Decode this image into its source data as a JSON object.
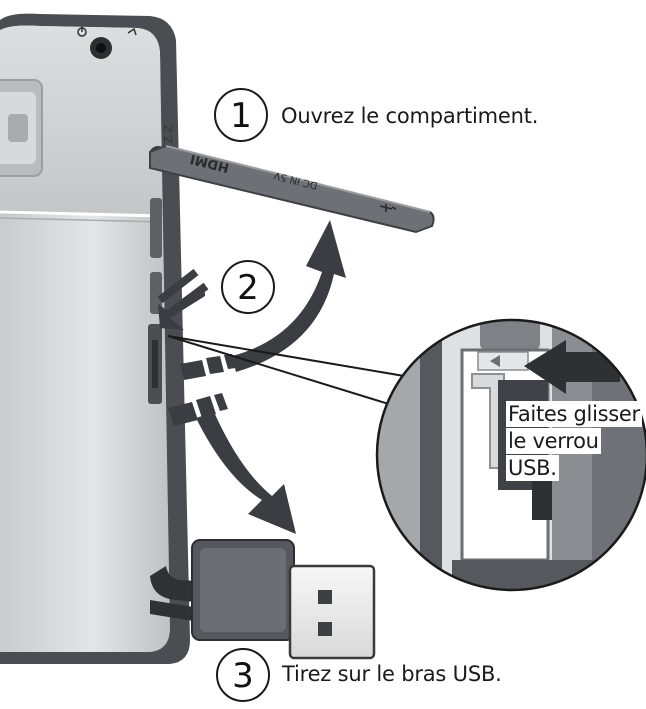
{
  "steps": [
    {
      "number": "1",
      "text": "Ouvrez le compartiment."
    },
    {
      "number": "2",
      "text": ""
    },
    {
      "number": "3",
      "text": "Tirez sur le bras USB."
    }
  ],
  "callout": {
    "lines": [
      "Faites glisser",
      "le verrou",
      "USB."
    ]
  },
  "cover_labels": {
    "hdmi": "HDMI",
    "dc_in": "DC IN 5V"
  },
  "icons": [
    "usb-icon",
    "power-icon",
    "audio-jack-icon"
  ],
  "colors": {
    "camera_body": "#d4d6d8",
    "camera_edge": "#4a4d51",
    "cover": "#6d7075",
    "arrow": "#3a3d41",
    "usb_metal": "#eeeeee",
    "usb_body": "#55585c"
  }
}
